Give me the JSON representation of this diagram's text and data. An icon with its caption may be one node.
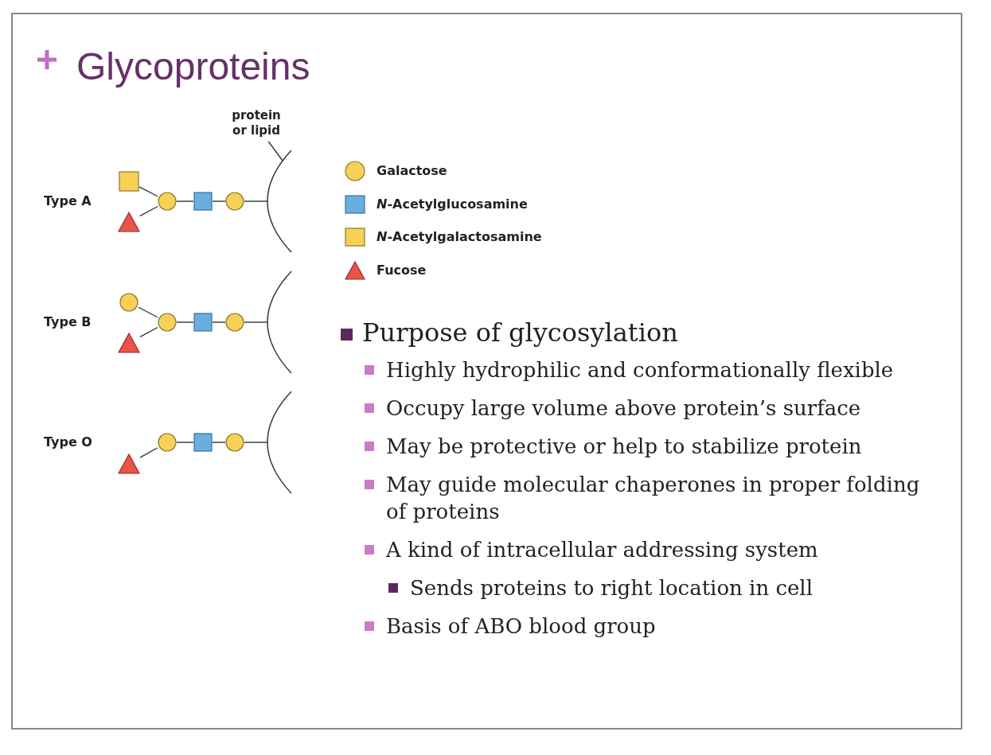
{
  "diagram": {
    "title": "Glycoproteins",
    "nodes": [
      {
        "text": [
          "protein or lipid"
        ]
      },
      {
        "text": [],
        "shape": "box"
      },
      {
        "text": [],
        "shape": "triangle"
      },
      {
        "text": [],
        "shape": "circle"
      },
      {
        "text": [],
        "shape": "box"
      },
      {
        "text": [],
        "shape": "circle"
      },
      {
        "text": [],
        "shape": "arc"
      },
      {
        "text": [],
        "shape": "circle"
      },
      {
        "text": [],
        "shape": "triangle"
      },
      {
        "text": [],
        "shape": "circle"
      },
      {
        "text": [],
        "shape": "box"
      },
      {
        "text": [],
        "shape": "circle"
      },
      {
        "text": [],
        "shape": "arc"
      },
      {
        "text": [],
        "shape": "triangle"
      },
      {
        "text": [],
        "shape": "circle"
      },
      {
        "text": [],
        "shape": "box"
      },
      {
        "text": [],
        "shape": "circle"
      },
      {
        "text": [],
        "shape": "arc"
      }
    ],
    "edges": [
      {
        "from": 0,
        "to": 6,
        "arrow": "none"
      },
      {
        "from": 1,
        "to": 3,
        "arrow": "none"
      },
      {
        "from": 2,
        "to": 3,
        "arrow": "none"
      },
      {
        "from": 3,
        "to": 4,
        "arrow": "none"
      },
      {
        "from": 4,
        "to": 5,
        "arrow": "none"
      },
      {
        "from": 5,
        "to": 6,
        "arrow": "none"
      },
      {
        "from": 7,
        "to": 9,
        "arrow": "none"
      },
      {
        "from": 8,
        "to": 9,
        "arrow": "none"
      },
      {
        "from": 9,
        "to": 10,
        "arrow": "none"
      },
      {
        "from": 10,
        "to": 11,
        "arrow": "none"
      },
      {
        "from": 11,
        "to": 12,
        "arrow": "none"
      },
      {
        "from": 13,
        "to": 14,
        "arrow": "none"
      },
      {
        "from": 14,
        "to": 15,
        "arrow": "none"
      },
      {
        "from": 15,
        "to": 16,
        "arrow": "none"
      },
      {
        "from": 16,
        "to": 17,
        "arrow": "none"
      }
    ],
    "labels": [
      "Type A",
      "Type B",
      "Type O",
      "Purpose of glycosylation",
      "Highly hydrophilic and conformationally flexible",
      "Occupy large volume above protein’s surface",
      "May be protective or help to stabilize protein",
      "May guide molecular chaperones in proper folding of proteins",
      "A kind of intracellular addressing system",
      "Sends proteins to right location in cell",
      "Basis of ABO blood group"
    ],
    "legend": [
      {
        "text": "Galactose"
      },
      {
        "text": "*N*-Acetylglucosamine"
      },
      {
        "text": "*N*-Acetylgalactosamine"
      },
      {
        "text": "Fucose"
      }
    ]
  }
}
